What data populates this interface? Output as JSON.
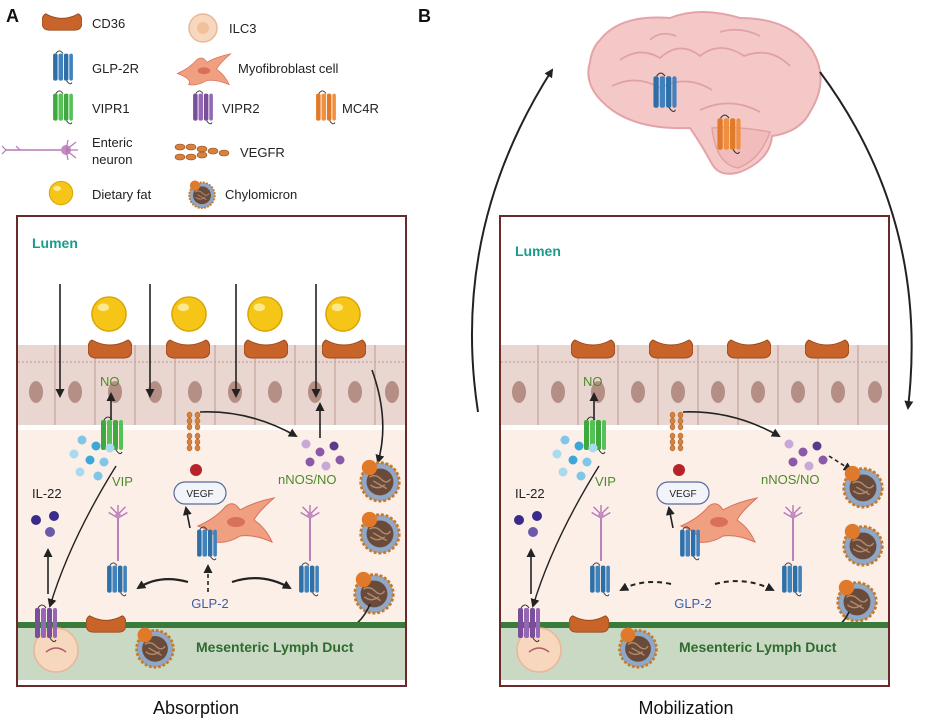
{
  "panel_a": {
    "letter": "A",
    "caption": "Absorption",
    "lumen": "Lumen",
    "duct": "Mesenteric Lymph Duct",
    "no": "NO",
    "vip": "VIP",
    "nnos": "nNOS/NO",
    "il22": "IL-22",
    "vegf": "VEGF",
    "glp2": "GLP-2"
  },
  "panel_b": {
    "letter": "B",
    "caption": "Mobilization",
    "lumen": "Lumen",
    "duct": "Mesenteric Lymph Duct",
    "no": "NO",
    "vip": "VIP",
    "nnos": "nNOS/NO",
    "il22": "IL-22",
    "vegf": "VEGF",
    "glp2": "GLP-2"
  },
  "legend": {
    "cd36": "CD36",
    "glp2r": "GLP-2R",
    "vipr1": "VIPR1",
    "enteric_1": "Enteric",
    "enteric_2": "neuron",
    "dietary_fat": "Dietary fat",
    "ilc3": "ILC3",
    "myofibroblast": "Myofibroblast cell",
    "vipr2": "VIPR2",
    "mc4r": "MC4R",
    "vegfr": "VEGFR",
    "chylomicron": "Chylomicron"
  },
  "colors": {
    "frame": "#6b2a2a",
    "lumen_text": "#1a9c8c",
    "green_text": "#4e8a2a",
    "blue_text": "#3a5fa8",
    "duct_text": "#2f6b2f",
    "cd36": "#c8642a",
    "glp2r": "#2f6fa8",
    "vipr1": "#3fa83f",
    "vipr2": "#7a4f9a",
    "mc4r": "#e07a2a",
    "fat": "#f5c518",
    "cell": "#ead6d0",
    "tissue": "#fbefe8",
    "duct": "#c9d9c4"
  }
}
